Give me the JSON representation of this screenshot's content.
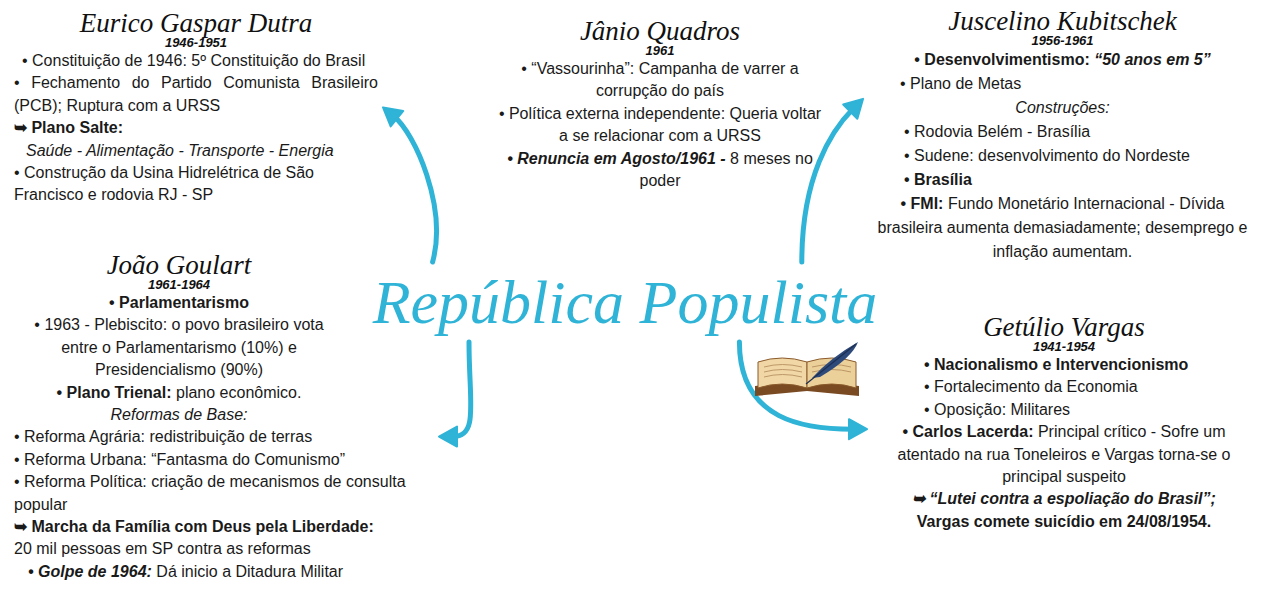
{
  "diagram": {
    "nodes": [
      {
        "text": [
          "República Populista"
        ]
      },
      {
        "text": [
          "Eurico Gaspar Dutra",
          "1946-1951",
          "• Constituição de 1946: 5º Constituição do Brasil",
          "• Fechamento do Partido Comunista Brasileiro (PCB); Ruptura com a URSS",
          "➥ Plano Salte:",
          "Saúde - Alimentação - Transporte - Energia",
          "• Construção da Usina Hidrelétrica de São Francisco e rodovia RJ - SP"
        ]
      },
      {
        "text": [
          "Jânio Quadros",
          "1961",
          "• “Vassourinha”: Campanha de varrer a corrupção do país",
          "• Política externa independente: Queria voltar a se relacionar com a URSS",
          "• Renuncia em Agosto/1961 -",
          "8 meses no poder"
        ]
      },
      {
        "text": [
          "Juscelino Kubitschek",
          "1956-1961",
          "• Desenvolvimentismo:",
          "“50 anos em 5”",
          "• Plano de Metas",
          "Construções:",
          "• Rodovia Belém - Brasília",
          "• Sudene: desenvolvimento do Nordeste",
          "• Brasília",
          "• FMI:",
          "Fundo Monetário Internacional - Dívida brasileira aumenta demasiadamente; desemprego e inflação aumentam."
        ]
      },
      {
        "text": [
          "João Goulart",
          "1961-1964",
          "• Parlamentarismo",
          "• 1963 - Plebiscito: o povo brasileiro vota entre o Parlamentarismo (10%) e Presidencialismo (90%)",
          "• Plano Trienal:",
          "plano econômico.",
          "Reformas de Base:",
          "• Reforma Agrária: redistribuição de terras",
          "• Reforma Urbana: “Fantasma do Comunismo”",
          "• Reforma Política: criação de mecanismos de consulta popular",
          "➥ Marcha da Família com Deus pela Liberdade:",
          "20 mil pessoas em SP contra as reformas",
          "• Golpe de 1964:",
          "Dá inicio a Ditadura Militar"
        ]
      },
      {
        "text": [
          "Getúlio Vargas",
          "1941-1954",
          "• Nacionalismo e Intervencionismo",
          "• Fortalecimento da Economia",
          "• Oposição: Militares",
          "• Carlos Lacerda:",
          "Principal crítico - Sofre um atentado na rua Toneleiros e Vargas torna-se o principal suspeito",
          "➥ “Lutei contra a espoliação do Brasil”;",
          "Vargas comete suicídio em 24/08/1954."
        ]
      }
    ],
    "edges": [
      {
        "from": 0,
        "to": 1,
        "arrow": "to"
      },
      {
        "from": 0,
        "to": 3,
        "arrow": "to"
      },
      {
        "from": 0,
        "to": 4,
        "arrow": "to"
      },
      {
        "from": 0,
        "to": 5,
        "arrow": "to"
      }
    ]
  }
}
